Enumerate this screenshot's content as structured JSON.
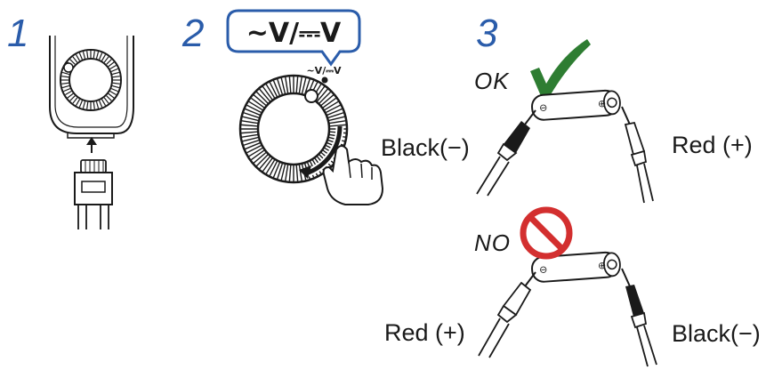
{
  "steps": [
    {
      "number": "1"
    },
    {
      "number": "2",
      "bubble": "~V/⎓V",
      "dial_label": "~V/⎓V"
    },
    {
      "number": "3"
    }
  ],
  "correct": {
    "tag": "OK",
    "left_lead": "Black(−)",
    "right_lead": "Red (+)",
    "battery_minus": "⊖",
    "battery_plus": "⊕"
  },
  "wrong": {
    "tag": "NO",
    "left_lead": "Red (+)",
    "right_lead": "Black(−)",
    "battery_minus": "⊖",
    "battery_plus": "⊕"
  },
  "icons": [
    "check-mark-icon",
    "prohibited-icon",
    "hand-pointer-icon",
    "rotate-arrow-icon",
    "up-arrow-icon"
  ],
  "colors": {
    "step_number": "#2a5caa",
    "bubble_border": "#2a5caa",
    "check": "#2e7d32",
    "prohibit": "#d32f2f",
    "line": "#1a1a1a"
  }
}
